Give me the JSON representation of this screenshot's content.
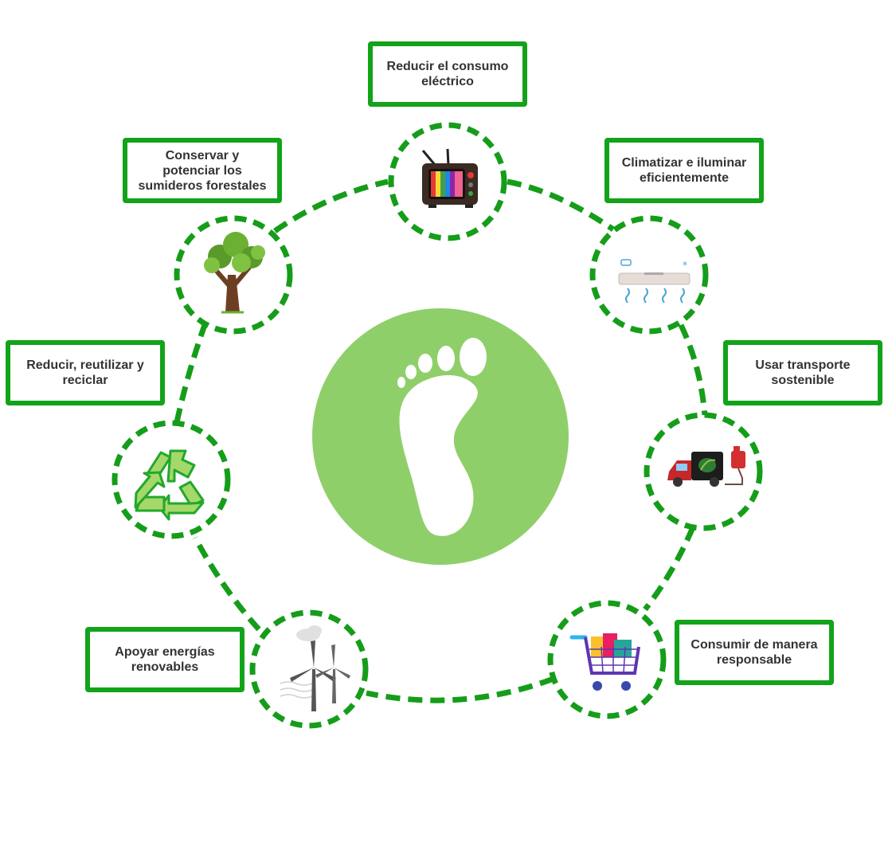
{
  "colors": {
    "box_border": "#13a31a",
    "dashed_ring": "#159d1a",
    "center_circle": "#8fcf6a",
    "footprint": "#ffffff",
    "label_text": "#333333"
  },
  "center": {
    "icon": "footprint-icon"
  },
  "actions": [
    {
      "id": "electric",
      "label": "Reducir el consumo eléctrico",
      "icon": "television-icon"
    },
    {
      "id": "climate",
      "label": "Climatizar e iluminar eficientemente",
      "icon": "air-conditioner-icon"
    },
    {
      "id": "transport",
      "label": "Usar transporte sostenible",
      "icon": "electric-truck-icon"
    },
    {
      "id": "consume",
      "label": "Consumir de manera responsable",
      "icon": "shopping-cart-icon"
    },
    {
      "id": "renewables",
      "label": "Apoyar energías renovables",
      "icon": "wind-turbine-icon"
    },
    {
      "id": "recycle",
      "label": "Reducir, reutilizar y reciclar",
      "icon": "recycle-icon"
    },
    {
      "id": "forest",
      "label": "Conservar y potenciar los sumideros forestales",
      "icon": "tree-icon"
    }
  ]
}
